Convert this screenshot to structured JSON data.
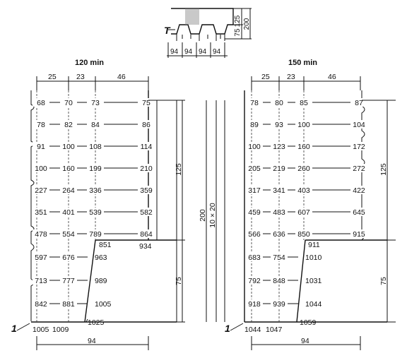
{
  "thumbnail": {
    "widths": [
      "94",
      "94",
      "94",
      "94"
    ],
    "heights": [
      "125",
      "75",
      "200"
    ],
    "thickness_label": "T"
  },
  "panel_left": {
    "title": "120 min",
    "top_dims": [
      "25",
      "23",
      "46"
    ],
    "grid_rows": [
      [
        "68",
        "70",
        "73",
        "75"
      ],
      [
        "78",
        "82",
        "84",
        "86"
      ],
      [
        "91",
        "100",
        "108",
        "114"
      ],
      [
        "100",
        "160",
        "199",
        "210"
      ],
      [
        "227",
        "264",
        "336",
        "359"
      ],
      [
        "351",
        "401",
        "539",
        "582"
      ],
      [
        "478",
        "554",
        "789",
        "864"
      ]
    ],
    "stem_rows": [
      [
        "597",
        "676",
        "963"
      ],
      [
        "713",
        "777",
        "989"
      ],
      [
        "842",
        "881",
        "1005"
      ]
    ],
    "corner_top": "851",
    "corner_right": "934",
    "bottom_right": "1025",
    "bottom_left": [
      "1005",
      "1009"
    ],
    "callout": "1",
    "dim_bottom": "94",
    "dim_upper": "125",
    "dim_lower": "75"
  },
  "center": {
    "height_label": "200",
    "grid_label": "10 × 20"
  },
  "panel_right": {
    "title": "150 min",
    "top_dims": [
      "25",
      "23",
      "46"
    ],
    "grid_rows": [
      [
        "78",
        "80",
        "85",
        "87"
      ],
      [
        "89",
        "93",
        "100",
        "104"
      ],
      [
        "100",
        "123",
        "160",
        "172"
      ],
      [
        "205",
        "219",
        "260",
        "272"
      ],
      [
        "317",
        "341",
        "403",
        "422"
      ],
      [
        "459",
        "483",
        "607",
        "645"
      ],
      [
        "566",
        "636",
        "850",
        "915"
      ]
    ],
    "stem_rows": [
      [
        "683",
        "754",
        "1010"
      ],
      [
        "792",
        "848",
        "1031"
      ],
      [
        "918",
        "939",
        "1044"
      ]
    ],
    "corner_top": "911",
    "bottom_right": "1059",
    "bottom_left": [
      "1044",
      "1047"
    ],
    "callout": "1",
    "dim_bottom": "94",
    "dim_upper": "125",
    "dim_lower": "75"
  }
}
